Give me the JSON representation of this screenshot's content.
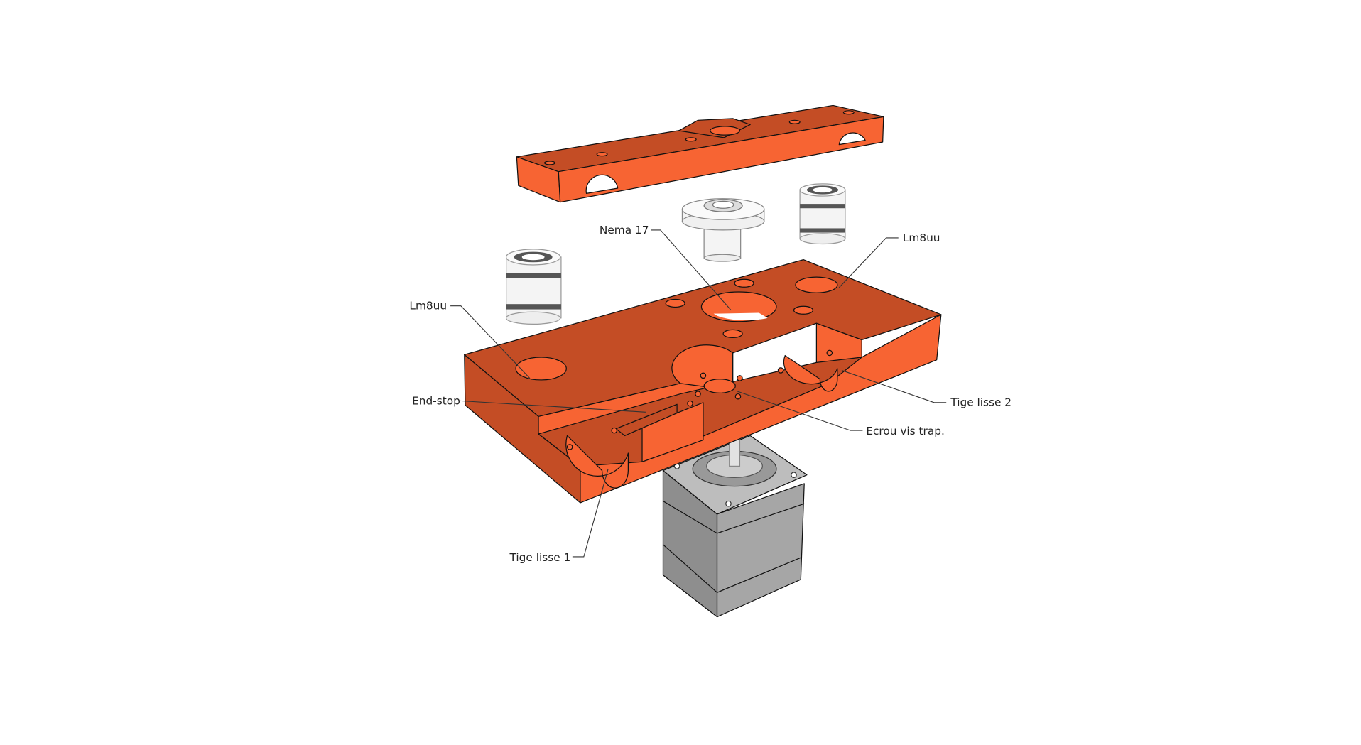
{
  "labels": {
    "nema": "Nema 17",
    "lm8uu_right": "Lm8uu",
    "lm8uu_left": "Lm8uu",
    "end_stop": "End-stop",
    "tige_2": "Tige lisse 2",
    "ecrou": "Ecrou vis trap.",
    "tige_1": "Tige lisse 1"
  },
  "colors": {
    "top_face": "#c44d25",
    "front_face": "#f76433",
    "motor": "#9a9a9a",
    "bearing": "#f2f2f2"
  }
}
